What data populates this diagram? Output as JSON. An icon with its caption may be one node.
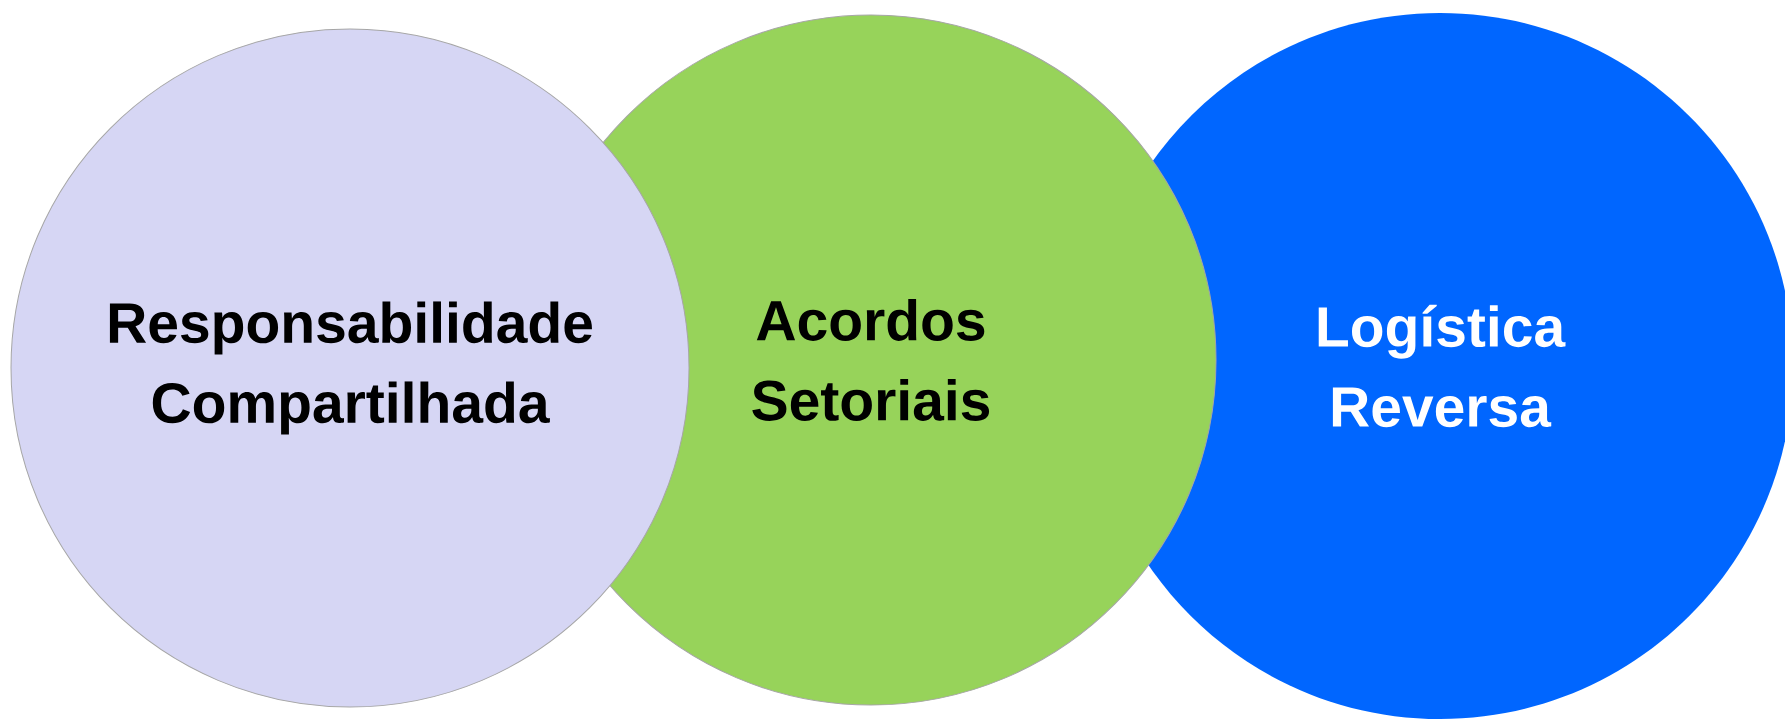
{
  "diagram": {
    "nodes": [
      {
        "text": [
          "Responsabilidade Compartilhada"
        ]
      },
      {
        "text": [
          "Acordos Setoriais"
        ]
      },
      {
        "text": [
          "Logística Reversa"
        ]
      }
    ]
  }
}
